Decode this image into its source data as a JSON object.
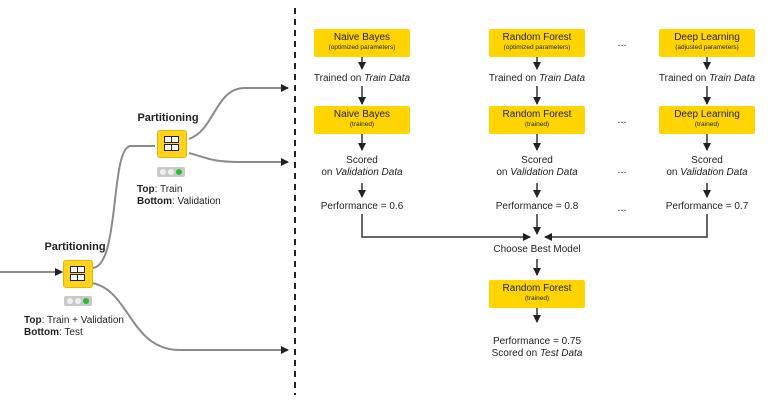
{
  "left": {
    "partition_top": {
      "title": "Partitioning",
      "caption_top_key": "Top",
      "caption_top_val": ": Train",
      "caption_bottom_key": "Bottom",
      "caption_bottom_val": ": Validation"
    },
    "partition_bottom": {
      "title": "Partitioning",
      "caption_top_key": "Top",
      "caption_top_val": ": Train + Validation",
      "caption_bottom_key": "Bottom",
      "caption_bottom_val": ": Test"
    }
  },
  "columns": [
    {
      "model": "Naive Bayes",
      "model_sub": "(optimized parameters)",
      "trained_prefix": "Trained on ",
      "trained_italic": "Train Data",
      "trained_model": "Naive Bayes",
      "trained_sub": "(trained)",
      "scored_line1": "Scored",
      "scored_prefix": "on ",
      "scored_italic": "Validation Data",
      "performance": "Performance = 0.6"
    },
    {
      "model": "Random Forest",
      "model_sub": "(optimized parameters)",
      "trained_prefix": "Trained on ",
      "trained_italic": "Train Data",
      "trained_model": "Random Forest",
      "trained_sub": "(trained)",
      "scored_line1": "Scored",
      "scored_prefix": "on ",
      "scored_italic": "Validation Data",
      "performance": "Performance = 0.8"
    },
    {
      "model": "Deep Learning",
      "model_sub": "(adjusted parameters)",
      "trained_prefix": "Trained on ",
      "trained_italic": "Train Data",
      "trained_model": "Deep Learning",
      "trained_sub": "(trained)",
      "scored_line1": "Scored",
      "scored_prefix": "on ",
      "scored_italic": "Validation Data",
      "performance": "Performance = 0.7"
    }
  ],
  "ellipsis": "...",
  "choose": "Choose Best Model",
  "final": {
    "model": "Random Forest",
    "sub": "(trained)",
    "performance": "Performance = 0.75",
    "scored_prefix": "Scored on ",
    "scored_italic": "Test Data"
  },
  "colors": {
    "node": "#ffd400",
    "wire": "#8a8a8a",
    "arrow": "#333333"
  }
}
